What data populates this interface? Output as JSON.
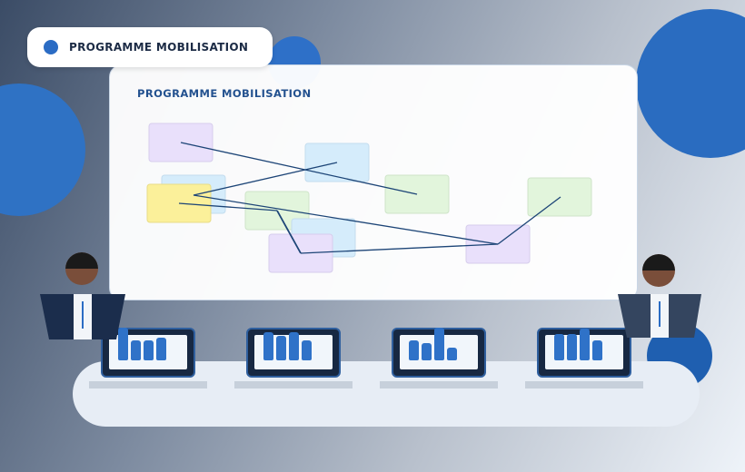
{
  "title_pill": {
    "label": "PROGRAMME MOBILISATION"
  },
  "board": {
    "title": "PROGRAMME MOBILISATION"
  },
  "colors": {
    "accent": "#2b6cc4",
    "navy": "#1c2b45",
    "note_purple": "#e9e0fb",
    "note_blue": "#d5ecfb",
    "note_green": "#e2f5dc",
    "note_yellow": "#fbf09a",
    "line": "#1d4577"
  },
  "icons": [
    "dot-icon",
    "bar-chart-icon"
  ],
  "laptops": [
    {
      "bars": [
        0.9,
        0.55,
        0.55,
        0.62
      ]
    },
    {
      "bars": [
        0.78,
        0.68,
        0.78,
        0.55
      ]
    },
    {
      "bars": [
        0.55,
        0.48,
        0.9,
        0.35
      ]
    },
    {
      "bars": [
        0.72,
        0.72,
        0.88,
        0.55
      ]
    }
  ]
}
